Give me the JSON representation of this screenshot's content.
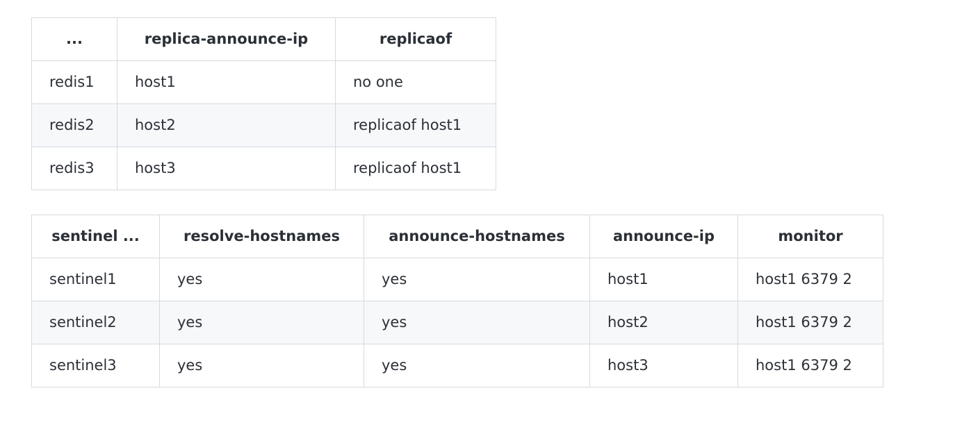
{
  "colors": {
    "background": "#ffffff",
    "border": "#d5dae0",
    "stripe_row": "#f6f8fa",
    "text": "#2b3037"
  },
  "replica_table": {
    "headers": [
      "...",
      "replica-announce-ip",
      "replicaof"
    ],
    "rows": [
      [
        "redis1",
        "host1",
        "no one"
      ],
      [
        "redis2",
        "host2",
        "replicaof host1"
      ],
      [
        "redis3",
        "host3",
        "replicaof host1"
      ]
    ]
  },
  "sentinel_table": {
    "headers": [
      "sentinel ...",
      "resolve-hostnames",
      "announce-hostnames",
      "announce-ip",
      "monitor"
    ],
    "rows": [
      [
        "sentinel1",
        "yes",
        "yes",
        "host1",
        "host1 6379 2"
      ],
      [
        "sentinel2",
        "yes",
        "yes",
        "host2",
        "host1 6379 2"
      ],
      [
        "sentinel3",
        "yes",
        "yes",
        "host3",
        "host1 6379 2"
      ]
    ]
  }
}
